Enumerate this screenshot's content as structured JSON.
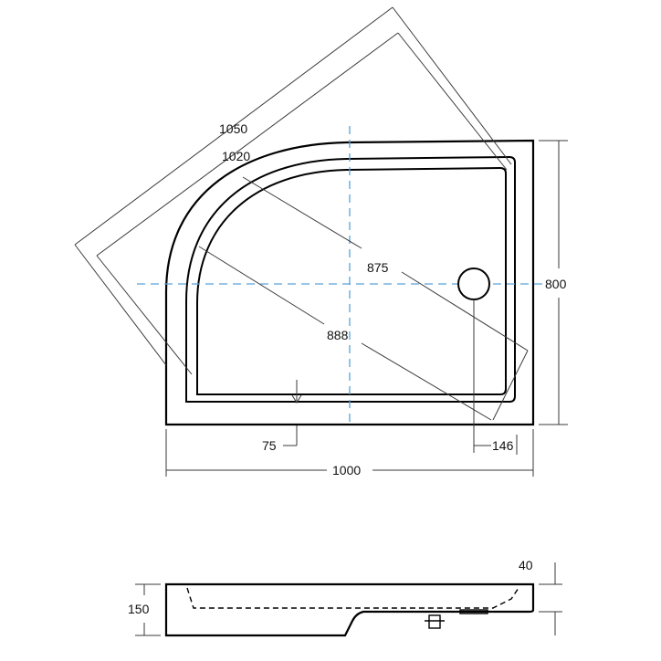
{
  "colors": {
    "outline": "#000000",
    "dimension": "#3a3a3a",
    "centerline": "#5aa0d6",
    "background": "#ffffff"
  },
  "plan_view": {
    "diagonal_outer": "1050",
    "diagonal_inner": "1020",
    "inner_diagonal": "875",
    "radius_diagonal": "888",
    "width": "1000",
    "depth": "800",
    "edge_offset": "75",
    "drain_offset": "146"
  },
  "side_view": {
    "height": "150",
    "rim_height": "40"
  }
}
